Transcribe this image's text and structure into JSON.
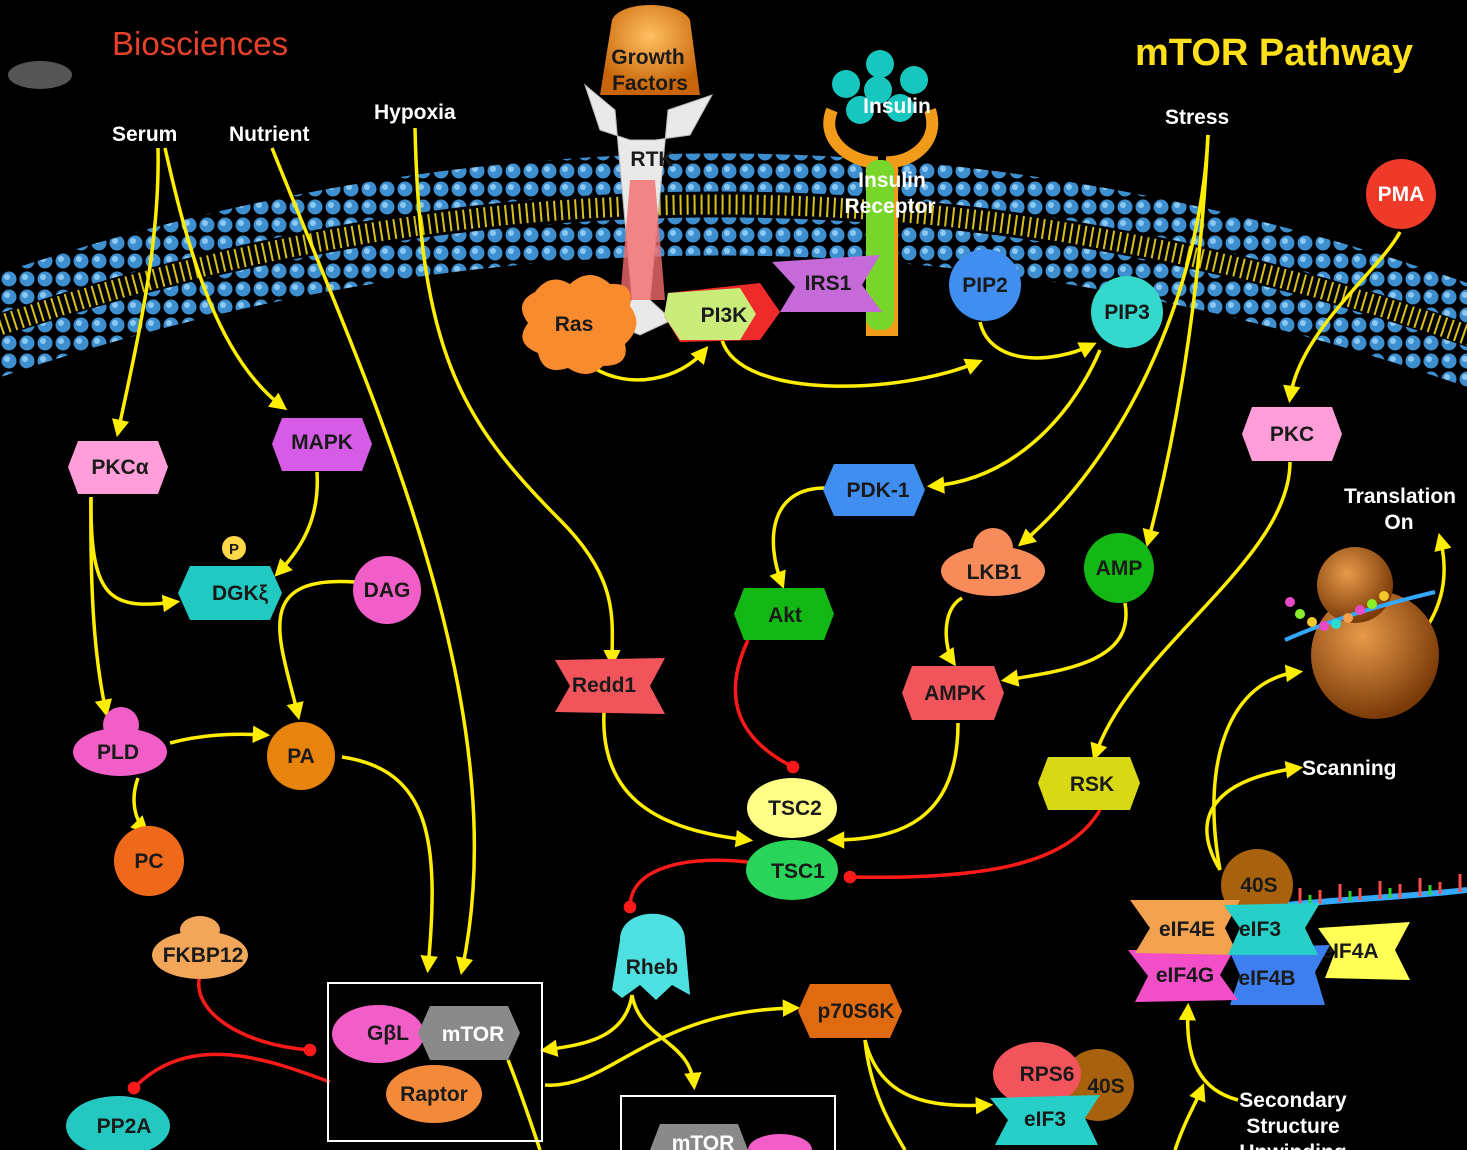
{
  "brand": "Biosciences",
  "title": "mTOR Pathway",
  "inputs": {
    "serum": "Serum",
    "nutrient": "Nutrient",
    "hypoxia": "Hypoxia",
    "stress": "Stress",
    "growth_factors_1": "Growth",
    "growth_factors_2": "Factors",
    "insulin": "Insulin",
    "pma": "PMA"
  },
  "membrane": {
    "rtk": "RTK",
    "insulin_receptor_1": "Insulin",
    "insulin_receptor_2": "Receptor"
  },
  "nodes": {
    "ras": "Ras",
    "pi3k": "PI3K",
    "irs1": "IRS1",
    "pip2": "PIP2",
    "pip3": "PIP3",
    "pkc": "PKC",
    "pkca": "PKCα",
    "mapk": "MAPK",
    "p": "P",
    "dgk": "DGKξ",
    "dag": "DAG",
    "pld": "PLD",
    "pa": "PA",
    "pc": "PC",
    "fkbp12": "FKBP12",
    "pp2a": "PP2A",
    "redd1": "Redd1",
    "pdk1": "PDK-1",
    "akt": "Akt",
    "lkb1": "LKB1",
    "amp": "AMP",
    "ampk": "AMPK",
    "rsk": "RSK",
    "tsc2": "TSC2",
    "tsc1": "TSC1",
    "rheb": "Rheb",
    "p70s6k": "p70S6K",
    "gbl": "GβL",
    "mtor": "mTOR",
    "raptor": "Raptor",
    "mtor2": "mTOR",
    "rps6": "RPS6",
    "s40_a": "40S",
    "eif3_a": "eIF3",
    "eif4e": "eIF4E",
    "eif3_b": "eIF3",
    "eif4a": "eIF4A",
    "eif4g": "eIF4G",
    "eif4b": "eIF4B",
    "s40_b": "40S"
  },
  "annotations": {
    "translation_on_1": "Translation",
    "translation_on_2": "On",
    "scanning": "Scanning",
    "secondary_1": "Secondary",
    "secondary_2": "Structure",
    "secondary_3": "Unwinding"
  }
}
